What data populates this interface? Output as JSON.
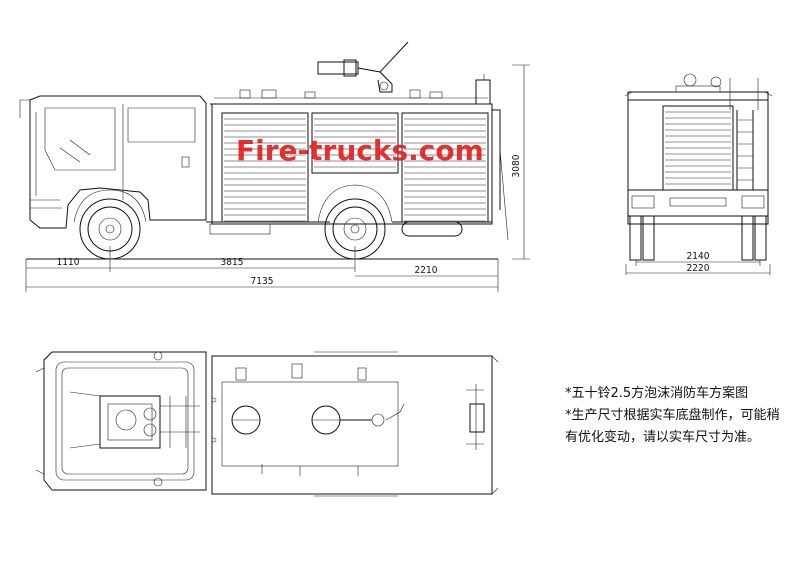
{
  "watermark": "Fire-trucks.com",
  "side_view": {
    "dims": {
      "height": "3080",
      "front_overhang": "1110",
      "wheelbase": "3815",
      "rear_overhang": "2210",
      "overall_length": "7135"
    }
  },
  "rear_view": {
    "dims": {
      "track": "2140",
      "overall_width": "2220"
    }
  },
  "notes": {
    "line1": "*五十铃2.5方泡沫消防车方案图",
    "line2": "*生产尺寸根据实车底盘制作，可能稍",
    "line3": "有优化变动，请以实车尺寸为准。"
  },
  "colors": {
    "line": "#111111",
    "watermark": "#e41f1f"
  }
}
